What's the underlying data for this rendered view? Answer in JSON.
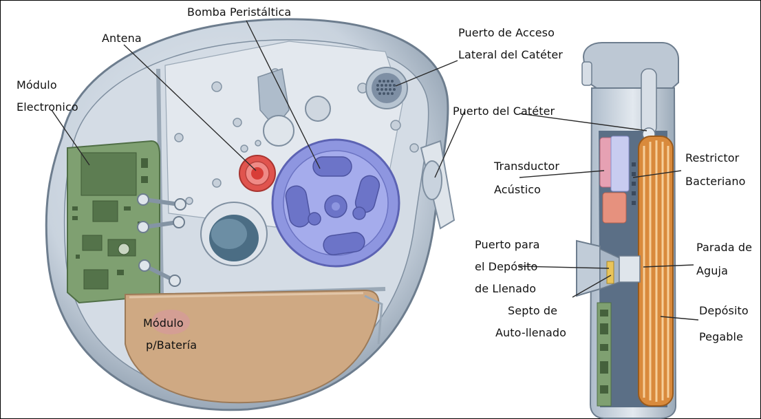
{
  "labels": {
    "bomba": "Bomba Peristáltica",
    "antena": "Antena",
    "puerto_acceso_1": "Puerto de Acceso",
    "puerto_acceso_2": "Lateral del Catéter",
    "modulo_electronico_1": "Módulo",
    "modulo_electronico_2": "Electronico",
    "puerto_cateter": "Puerto del Catéter",
    "transductor_1": "Transductor",
    "transductor_2": "Acústico",
    "restrictor_1": "Restrictor",
    "restrictor_2": "Bacteriano",
    "puerto_deposito_1": "Puerto para",
    "puerto_deposito_2": "el Depósito",
    "puerto_deposito_3": "de Llenado",
    "parada_1": "Parada de",
    "parada_2": "Aguja",
    "septo_1": "Septo de",
    "septo_2": "Auto-llenado",
    "deposito_1": "Depósito",
    "deposito_2": "Pegable",
    "bateria_1": "Módulo",
    "bateria_2": "p/Batería"
  },
  "colors": {
    "body": "#c9d3de",
    "body_dark": "#8a9aab",
    "circuit": "#7fa071",
    "battery": "#cfa983",
    "rotor": "#8e96e0",
    "antenna": "#e0544e",
    "reservoir": "#d98a3c",
    "transducer": "#e6a1b3"
  }
}
